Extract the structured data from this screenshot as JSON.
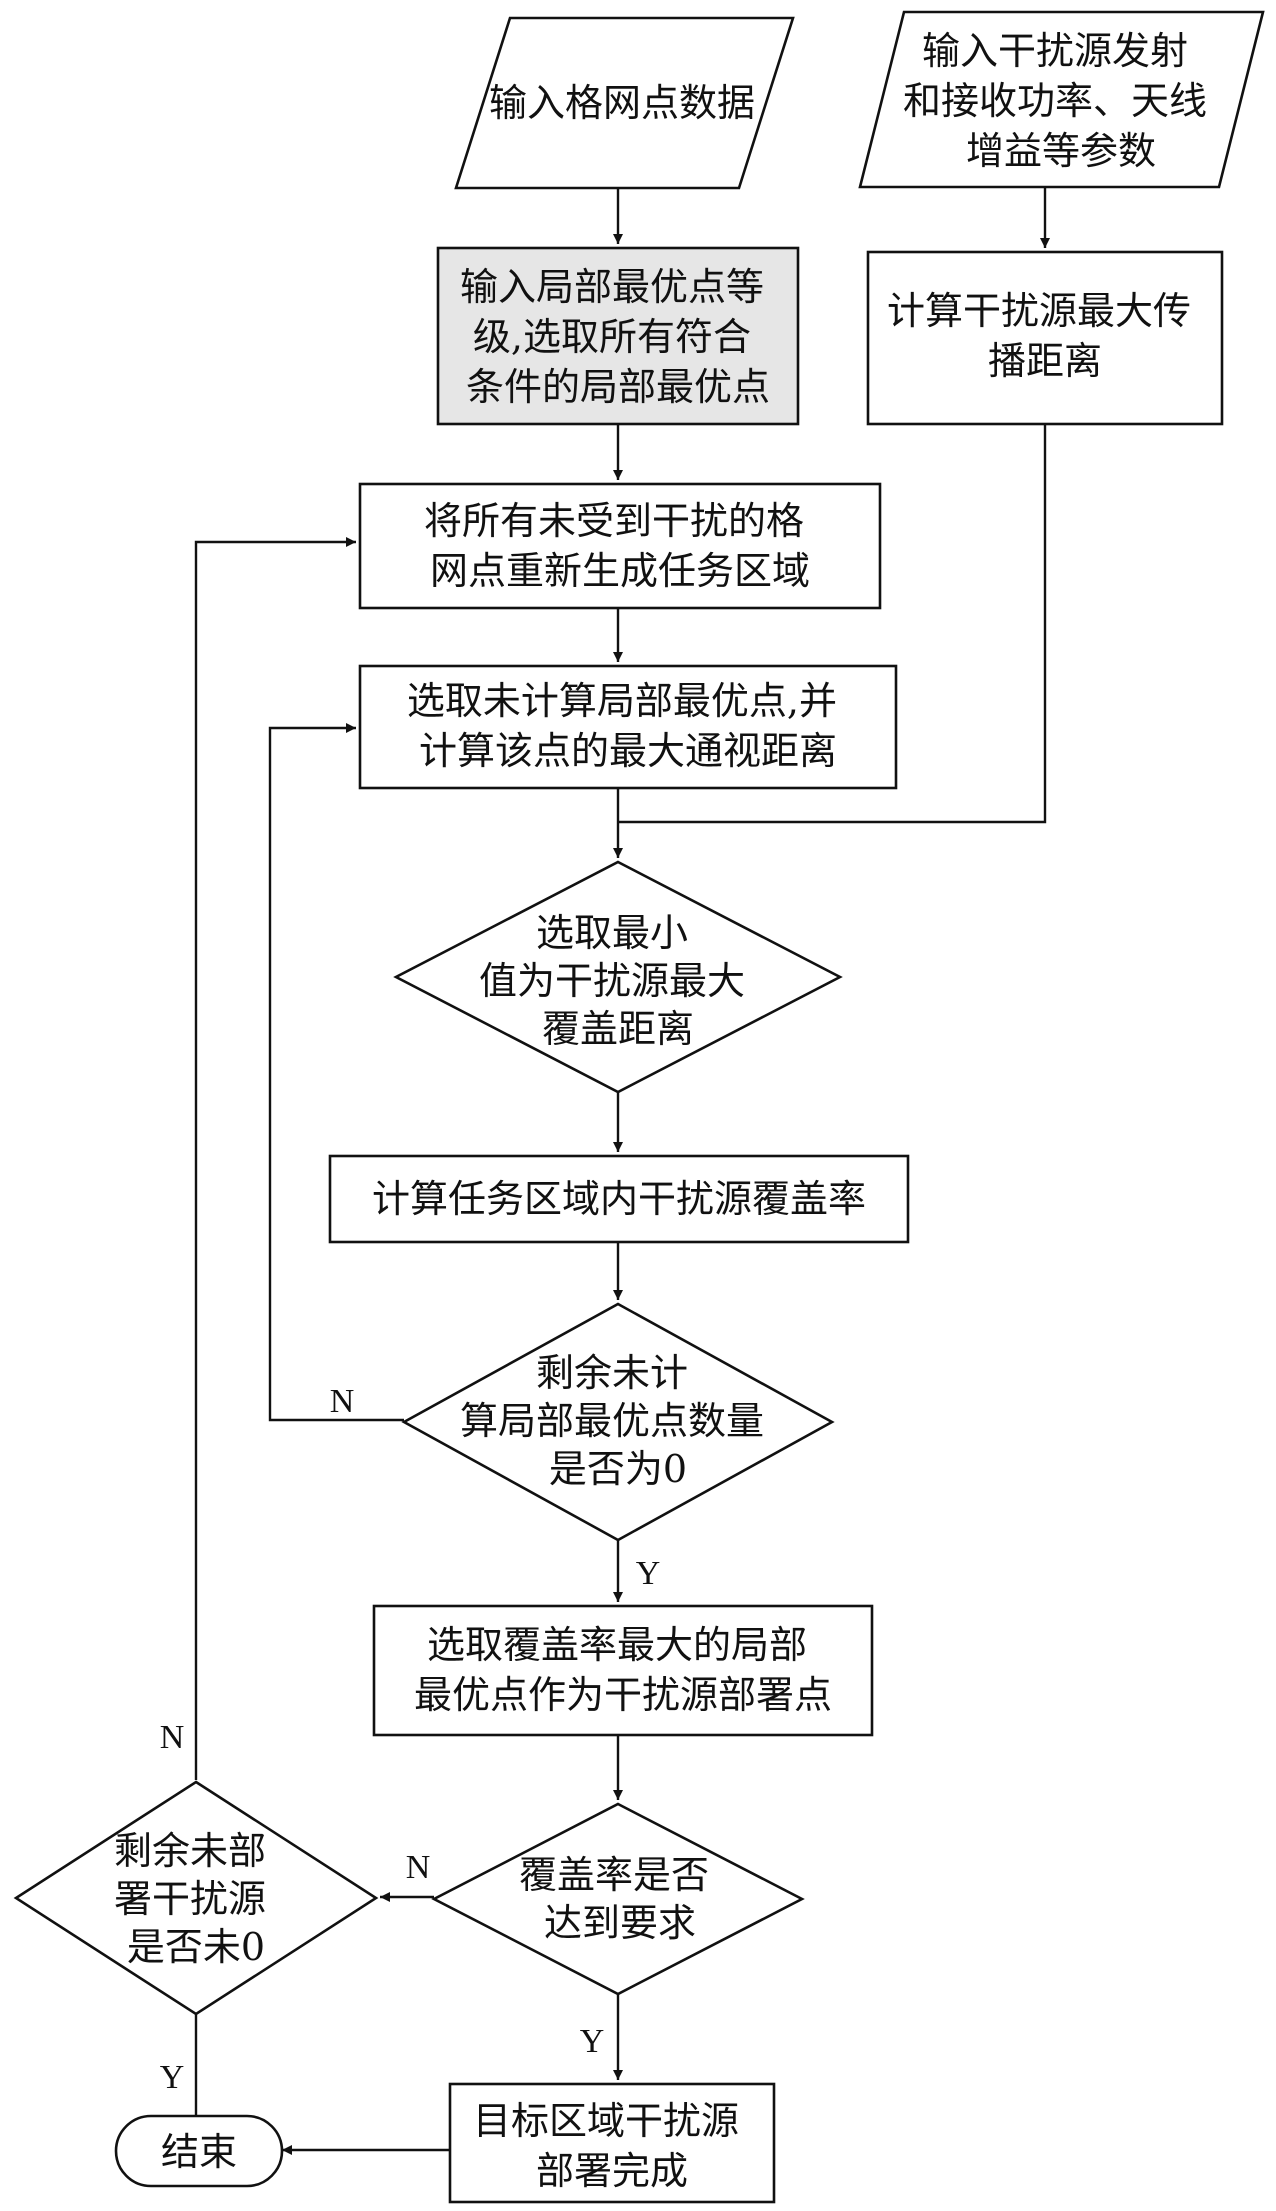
{
  "nodes": {
    "input_grid": [
      "输入格网点数据"
    ],
    "input_params": [
      "输入干扰源发射",
      "和接收功率、天线",
      "增益等参数"
    ],
    "input_local": [
      "输入局部最优点等",
      "级,选取所有符合",
      "条件的局部最优点"
    ],
    "calc_max_prop": [
      "计算干扰源最大传",
      "播距离"
    ],
    "regen_area": [
      "将所有未受到干扰的格",
      "网点重新生成任务区域"
    ],
    "select_local": [
      "选取未计算局部最优点,并",
      "计算该点的最大通视距离"
    ],
    "select_min": [
      "选取最小",
      "值为干扰源最大",
      "覆盖距离"
    ],
    "calc_coverage": [
      "计算任务区域内干扰源覆盖率"
    ],
    "remaining_zero": [
      "剩余未计",
      "算局部最优点数量",
      "是否为0"
    ],
    "select_max_cov": [
      "选取覆盖率最大的局部",
      "最优点作为干扰源部署点"
    ],
    "coverage_met": [
      "覆盖率是否",
      "达到要求"
    ],
    "remaining_undeployed": [
      "剩余未部",
      "署干扰源",
      "是否未0"
    ],
    "deploy_done": [
      "目标区域干扰源",
      "部署完成"
    ],
    "end": [
      "结束"
    ]
  },
  "edge_labels": {
    "remaining_zero_no": "N",
    "remaining_zero_yes": "Y",
    "undeployed_no": "N",
    "coverage_no": "N",
    "coverage_yes": "Y",
    "undeployed_yes": "Y"
  },
  "colors": {
    "line": "#111111",
    "box_fill": "#ffffff",
    "highlight_fill": "#e6e6e6"
  }
}
